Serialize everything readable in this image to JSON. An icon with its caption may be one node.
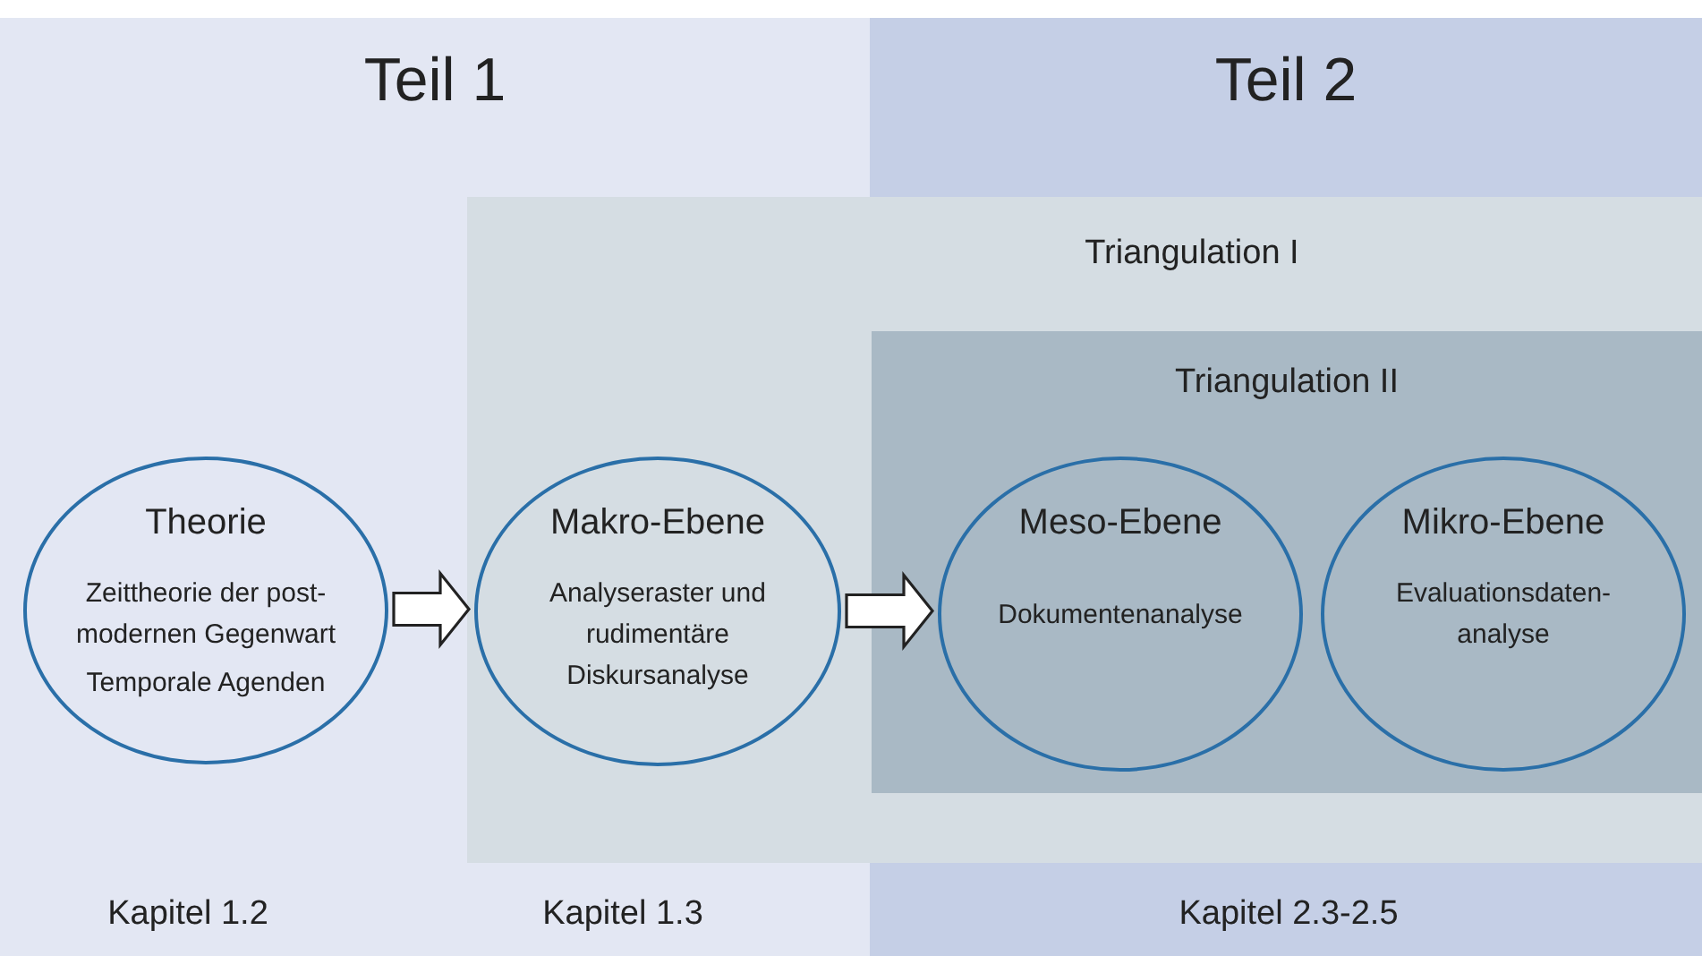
{
  "diagram": {
    "nodes": [
      {
        "text": [
          "Triangulation I"
        ]
      },
      {
        "text": [
          "Triangulation II"
        ],
        "in": 0
      },
      {
        "text": [
          "Theorie",
          "Zeittheorie der post- modernen Gegenwart",
          "Temporale Agenden"
        ]
      },
      {
        "text": [
          "Makro-Ebene",
          "Analyseraster und rudimentäre Diskursanalyse"
        ],
        "in": 0
      },
      {
        "text": [
          "Meso-Ebene",
          "Dokumentenanalyse"
        ],
        "in": 1
      },
      {
        "text": [
          "Mikro-Ebene",
          "Evaluationsdaten- analyse"
        ],
        "in": 1
      }
    ],
    "edges": [
      {
        "from": 2,
        "to": 3,
        "arrow": "to"
      },
      {
        "from": 3,
        "to": 4,
        "arrow": "to"
      }
    ],
    "labels": [
      "Teil 1",
      "Teil 2",
      "Kapitel 1.2",
      "Kapitel 1.3",
      "Kapitel 2.3-2.5"
    ]
  }
}
